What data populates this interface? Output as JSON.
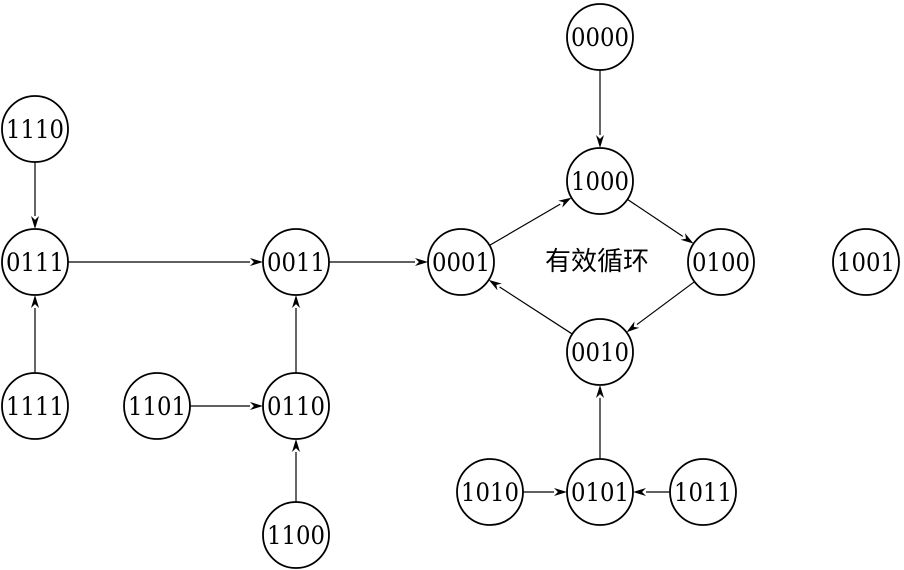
{
  "diagram": {
    "cycle_label": "有效循环",
    "nodes": [
      {
        "id": "n0000",
        "label": "0000"
      },
      {
        "id": "n1000",
        "label": "1000"
      },
      {
        "id": "n0100",
        "label": "0100"
      },
      {
        "id": "n0010",
        "label": "0010"
      },
      {
        "id": "n0001",
        "label": "0001"
      },
      {
        "id": "n1001",
        "label": "1001"
      },
      {
        "id": "n1110",
        "label": "1110"
      },
      {
        "id": "n0111",
        "label": "0111"
      },
      {
        "id": "n1111",
        "label": "1111"
      },
      {
        "id": "n0011",
        "label": "0011"
      },
      {
        "id": "n0110",
        "label": "0110"
      },
      {
        "id": "n1101",
        "label": "1101"
      },
      {
        "id": "n1100",
        "label": "1100"
      },
      {
        "id": "n1010",
        "label": "1010"
      },
      {
        "id": "n0101",
        "label": "0101"
      },
      {
        "id": "n1011",
        "label": "1011"
      }
    ],
    "edges": [
      {
        "from": "n0000",
        "to": "n1000"
      },
      {
        "from": "n1000",
        "to": "n0100"
      },
      {
        "from": "n0100",
        "to": "n0010"
      },
      {
        "from": "n0010",
        "to": "n0001"
      },
      {
        "from": "n0001",
        "to": "n1000"
      },
      {
        "from": "n1110",
        "to": "n0111"
      },
      {
        "from": "n1111",
        "to": "n0111"
      },
      {
        "from": "n0111",
        "to": "n0011"
      },
      {
        "from": "n0011",
        "to": "n0001"
      },
      {
        "from": "n0110",
        "to": "n0011"
      },
      {
        "from": "n1101",
        "to": "n0110"
      },
      {
        "from": "n1100",
        "to": "n0110"
      },
      {
        "from": "n1010",
        "to": "n0101"
      },
      {
        "from": "n1011",
        "to": "n0101"
      },
      {
        "from": "n0101",
        "to": "n0010"
      }
    ]
  }
}
